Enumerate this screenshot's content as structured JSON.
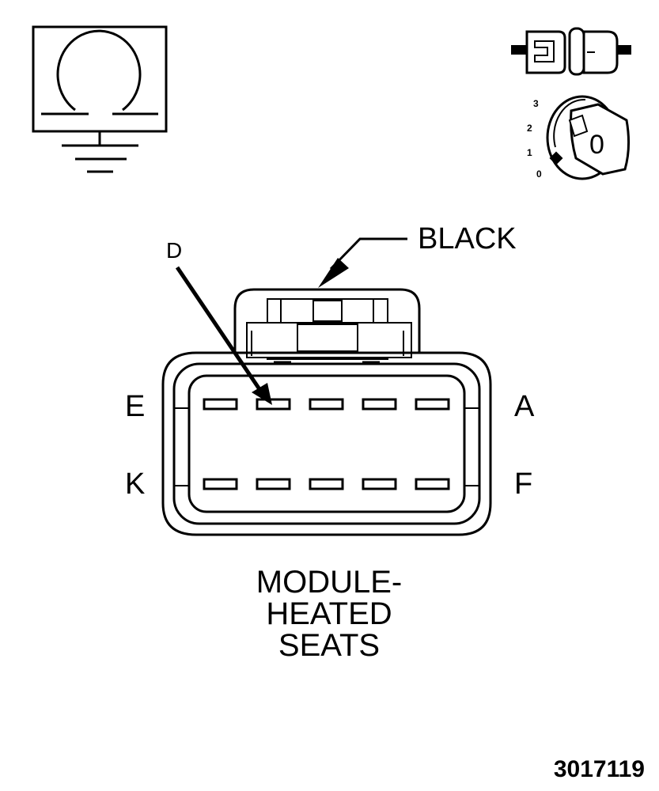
{
  "diagram": {
    "color_label": "BLACK",
    "pointer_label": "D",
    "cavity_labels": {
      "top_left": "E",
      "top_right": "A",
      "bottom_left": "K",
      "bottom_right": "F"
    },
    "title_lines": [
      "MODULE-",
      "HEATED",
      "SEATS"
    ],
    "figure_number": "3017119"
  },
  "icons": {
    "ohmmeter": "ohmmeter-ground-icon",
    "connector": "disconnected-connector-icon",
    "ignition": "ignition-key-off-icon"
  },
  "ignition": {
    "positions": [
      "3",
      "2",
      "1",
      "0"
    ],
    "key_text": "0"
  },
  "connector": {
    "rows": 2,
    "cavities_per_row": 5
  }
}
